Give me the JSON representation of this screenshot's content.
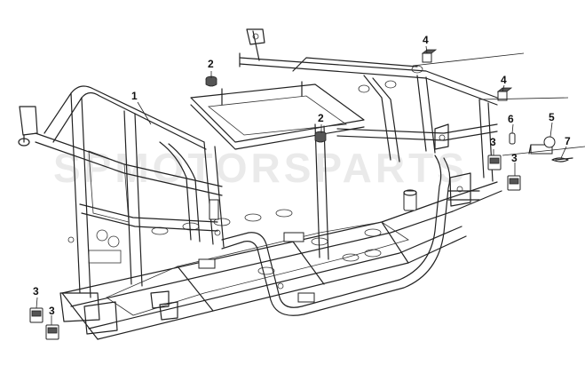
{
  "watermark": "SPMOTORSPARTS",
  "callouts": [
    {
      "id": "c1",
      "number": "1"
    },
    {
      "id": "c2a",
      "number": "2"
    },
    {
      "id": "c2b",
      "number": "2"
    },
    {
      "id": "c3a",
      "number": "3"
    },
    {
      "id": "c3b",
      "number": "3"
    },
    {
      "id": "c3c",
      "number": "3"
    },
    {
      "id": "c3d",
      "number": "3"
    },
    {
      "id": "c4a",
      "number": "4"
    },
    {
      "id": "c4b",
      "number": "4"
    },
    {
      "id": "c5",
      "number": "5"
    },
    {
      "id": "c6",
      "number": "6"
    },
    {
      "id": "c7",
      "number": "7"
    }
  ]
}
